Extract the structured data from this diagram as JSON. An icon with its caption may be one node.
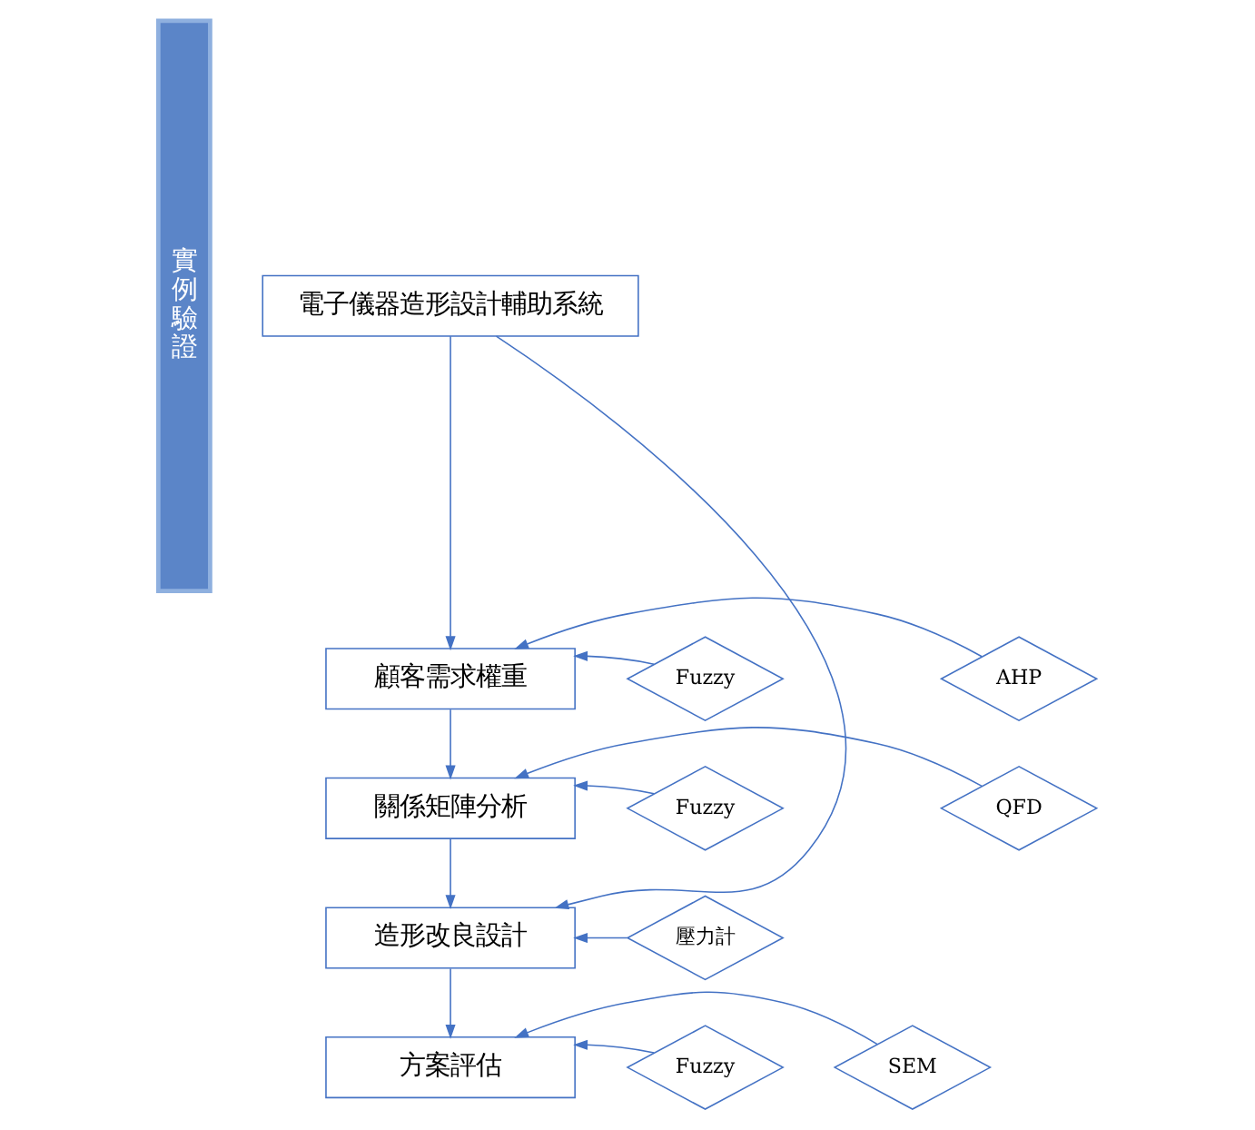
{
  "diagram": {
    "nodes": [
      {
        "text": [
          "實例驗證"
        ]
      },
      {
        "text": [
          "電子儀器造形設計輔助系統"
        ]
      },
      {
        "text": [
          "AHP"
        ]
      },
      {
        "text": [
          "顧客需求權重"
        ]
      },
      {
        "text": [
          "Fuzzy"
        ]
      },
      {
        "text": [
          "QFD"
        ]
      },
      {
        "text": [
          "關係矩陣分析"
        ]
      },
      {
        "text": [
          "Fuzzy"
        ]
      },
      {
        "text": [
          "壓力計"
        ]
      },
      {
        "text": [
          "造形改良設計"
        ]
      },
      {
        "text": [
          "SEM"
        ]
      },
      {
        "text": [
          "方案評估"
        ]
      },
      {
        "text": [
          "Fuzzy"
        ]
      }
    ],
    "edges": [
      {
        "from": 1,
        "to": 3,
        "arrow": "to"
      },
      {
        "from": 2,
        "to": 3,
        "arrow": "to"
      },
      {
        "from": 4,
        "to": 3,
        "arrow": "to"
      },
      {
        "from": 3,
        "to": 6,
        "arrow": "to"
      },
      {
        "from": 5,
        "to": 6,
        "arrow": "to"
      },
      {
        "from": 7,
        "to": 6,
        "arrow": "to"
      },
      {
        "from": 6,
        "to": 9,
        "arrow": "to"
      },
      {
        "from": 8,
        "to": 9,
        "arrow": "to"
      },
      {
        "from": 1,
        "to": 9,
        "arrow": "to"
      },
      {
        "from": 9,
        "to": 11,
        "arrow": "to"
      },
      {
        "from": 10,
        "to": 11,
        "arrow": "to"
      },
      {
        "from": 12,
        "to": 11,
        "arrow": "to"
      }
    ]
  }
}
